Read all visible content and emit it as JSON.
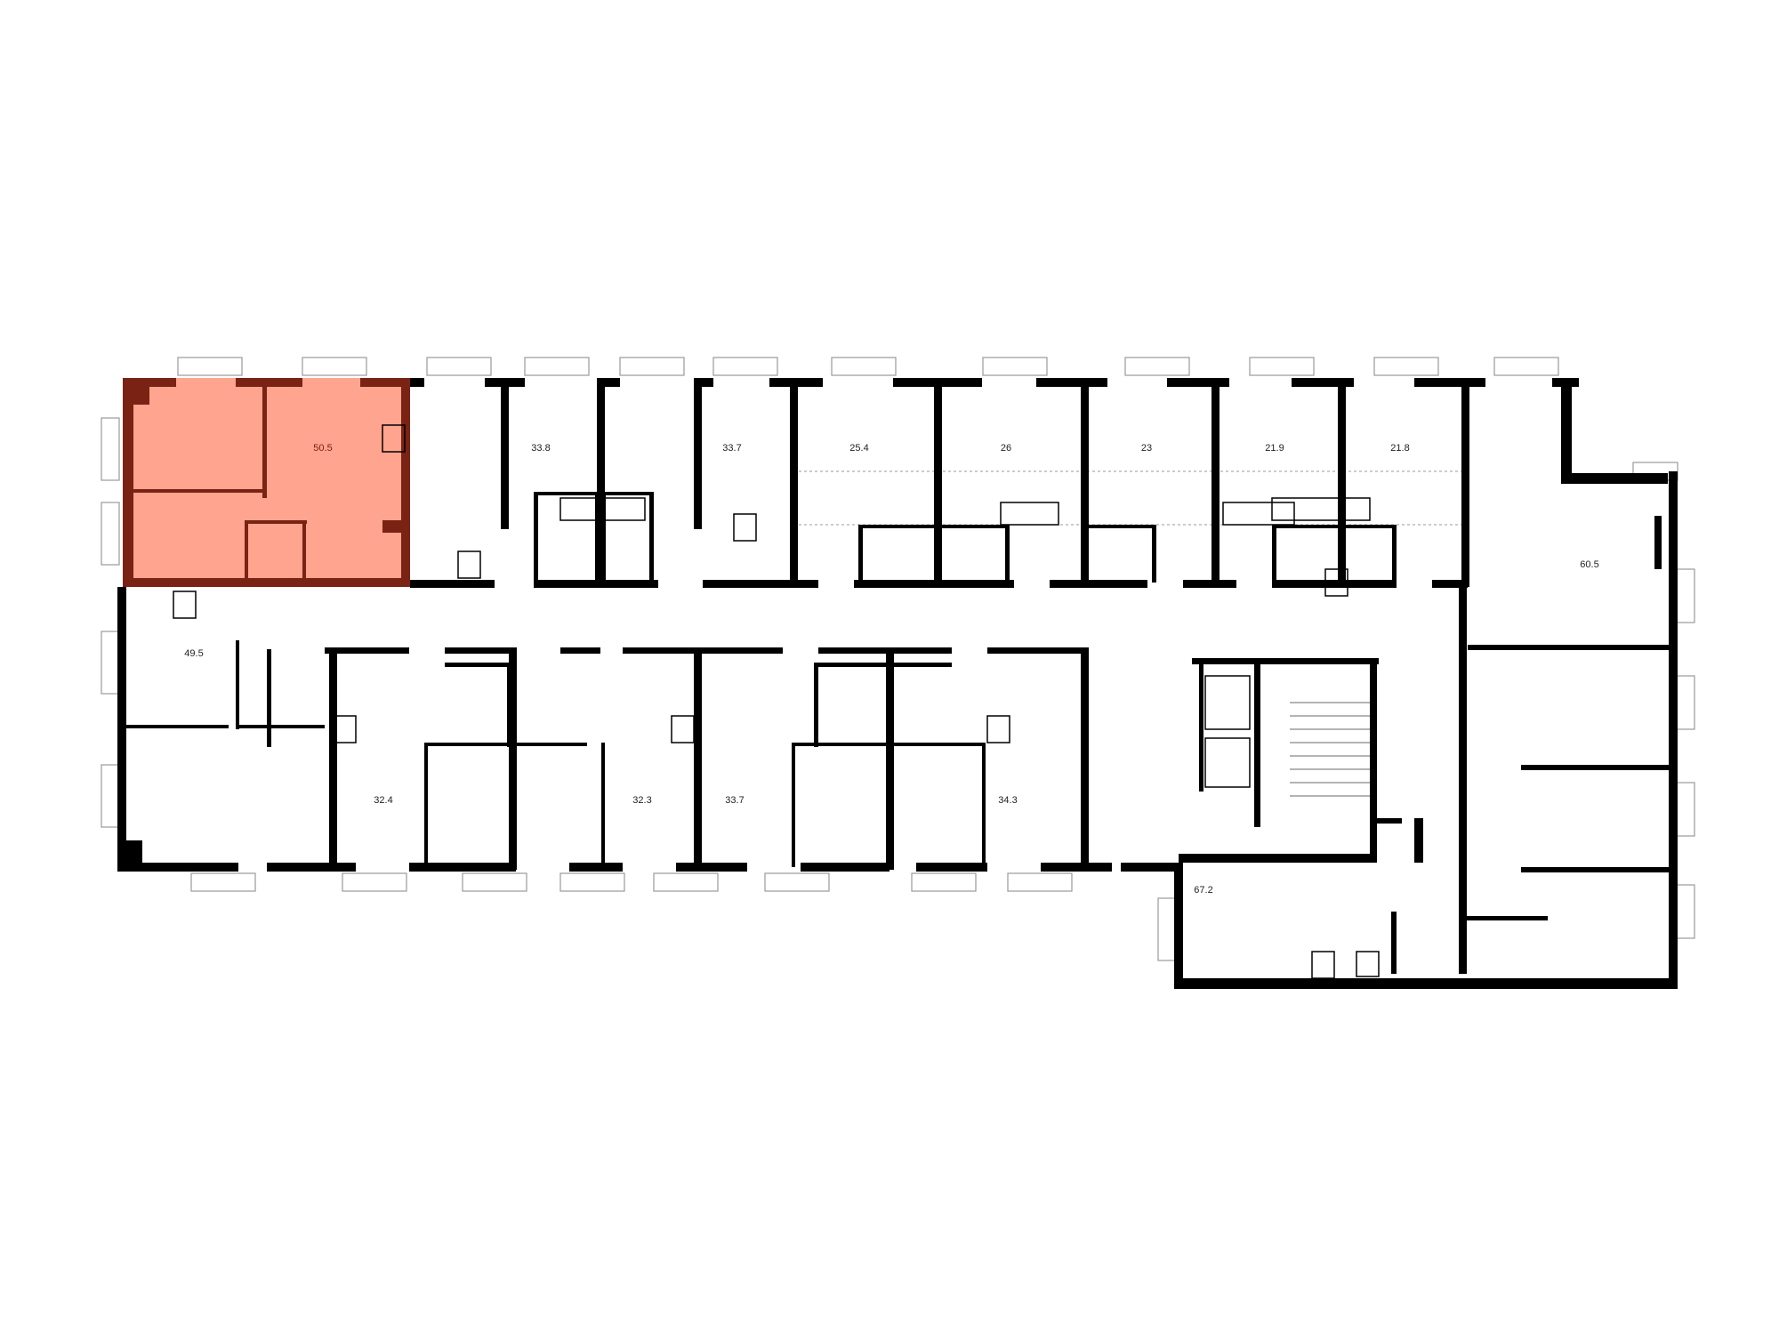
{
  "plan": {
    "highlight_color": "#ffa48e",
    "highlight_wall_color": "#7a2314",
    "selected_apartment": {
      "area": "50.5"
    },
    "apartments_top": [
      {
        "area": "33.8"
      },
      {
        "area": "33.7"
      },
      {
        "area": "25.4"
      },
      {
        "area": "26"
      },
      {
        "area": "23"
      },
      {
        "area": "21.9"
      },
      {
        "area": "21.8"
      }
    ],
    "apartments_east": [
      {
        "area": "60.5"
      }
    ],
    "apartments_bottom": [
      {
        "area": "49.5"
      },
      {
        "area": "32.4"
      },
      {
        "area": "32.3"
      },
      {
        "area": "33.7"
      },
      {
        "area": "34.3"
      },
      {
        "area": "67.2"
      }
    ]
  }
}
